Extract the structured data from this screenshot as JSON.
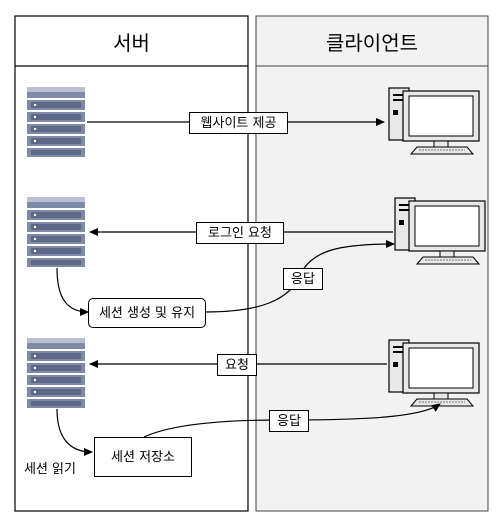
{
  "lanes": {
    "server": "서버",
    "client": "클라이언트"
  },
  "labels": {
    "website_serve": "웹사이트 제공",
    "login_request": "로그인 요청",
    "response_1": "응답",
    "session_create": "세션 생성 및 유지",
    "request": "요청",
    "response_2": "응답",
    "session_store": "세션 저장소",
    "session_read": "세션 읽기"
  },
  "colors": {
    "server_fill": "#7f8aa6",
    "server_stripe": "#ffffff",
    "monitor_fill": "#e8e8e8",
    "client_lane_bg": "#f2f2f2"
  }
}
